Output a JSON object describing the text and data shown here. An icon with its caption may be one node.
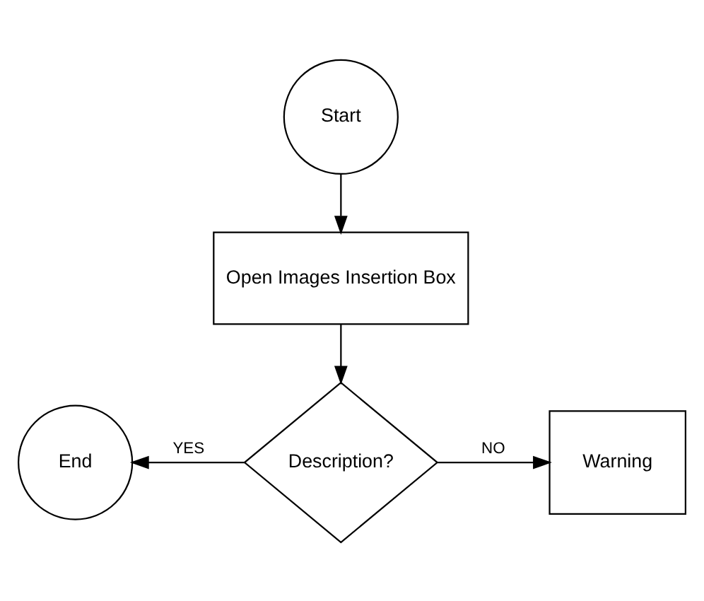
{
  "diagram": {
    "nodes": [
      {
        "text": [
          "Start"
        ]
      },
      {
        "text": [
          "Open Images Insertion Box"
        ]
      },
      {
        "text": [
          "Description?"
        ]
      },
      {
        "text": [
          "End"
        ]
      },
      {
        "text": [
          "Warning"
        ]
      }
    ],
    "edges": [
      {
        "from": 0,
        "to": 1,
        "arrow": "to"
      },
      {
        "from": 1,
        "to": 2,
        "arrow": "to"
      },
      {
        "from": 2,
        "to": 3,
        "arrow": "to",
        "label": "YES"
      },
      {
        "from": 2,
        "to": 4,
        "arrow": "to",
        "label": "NO"
      }
    ]
  }
}
